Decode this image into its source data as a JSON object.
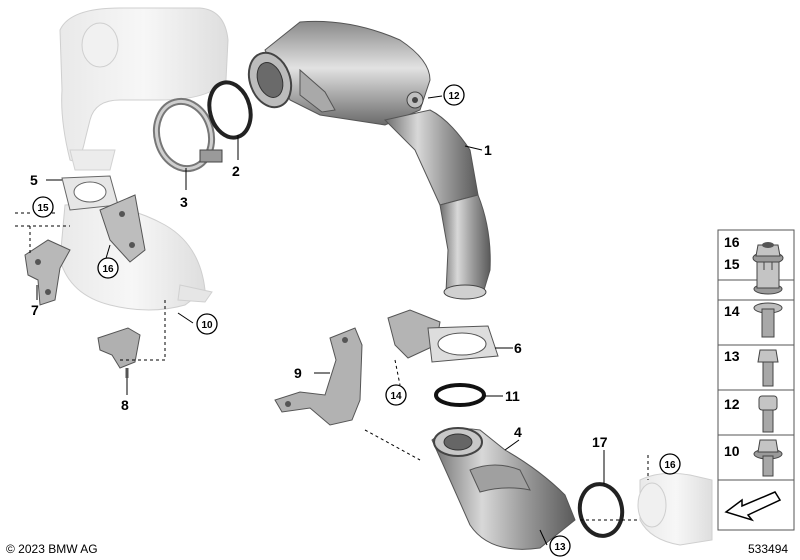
{
  "diagram": {
    "callouts": {
      "c1": "1",
      "c2": "2",
      "c3": "3",
      "c4": "4",
      "c5": "5",
      "c6": "6",
      "c7": "7",
      "c8": "8",
      "c9": "9",
      "c11": "11",
      "c17": "17"
    },
    "circled": {
      "c10": "10",
      "c12": "12",
      "c13": "13",
      "c14": "14",
      "c15": "15",
      "c16a": "16",
      "c16b": "16"
    }
  },
  "sidebar": {
    "items": [
      {
        "label": "16",
        "icon": "flange-nut-icon"
      },
      {
        "label": "15",
        "icon": "castle-nut-icon"
      },
      {
        "label": "14",
        "icon": "flange-screw-icon"
      },
      {
        "label": "13",
        "icon": "hex-bolt-icon"
      },
      {
        "label": "12",
        "icon": "socket-screw-icon"
      },
      {
        "label": "10",
        "icon": "flange-bolt-icon"
      }
    ]
  },
  "footer": {
    "copyright": "© 2023 BMW AG",
    "diagram_number": "533494"
  }
}
